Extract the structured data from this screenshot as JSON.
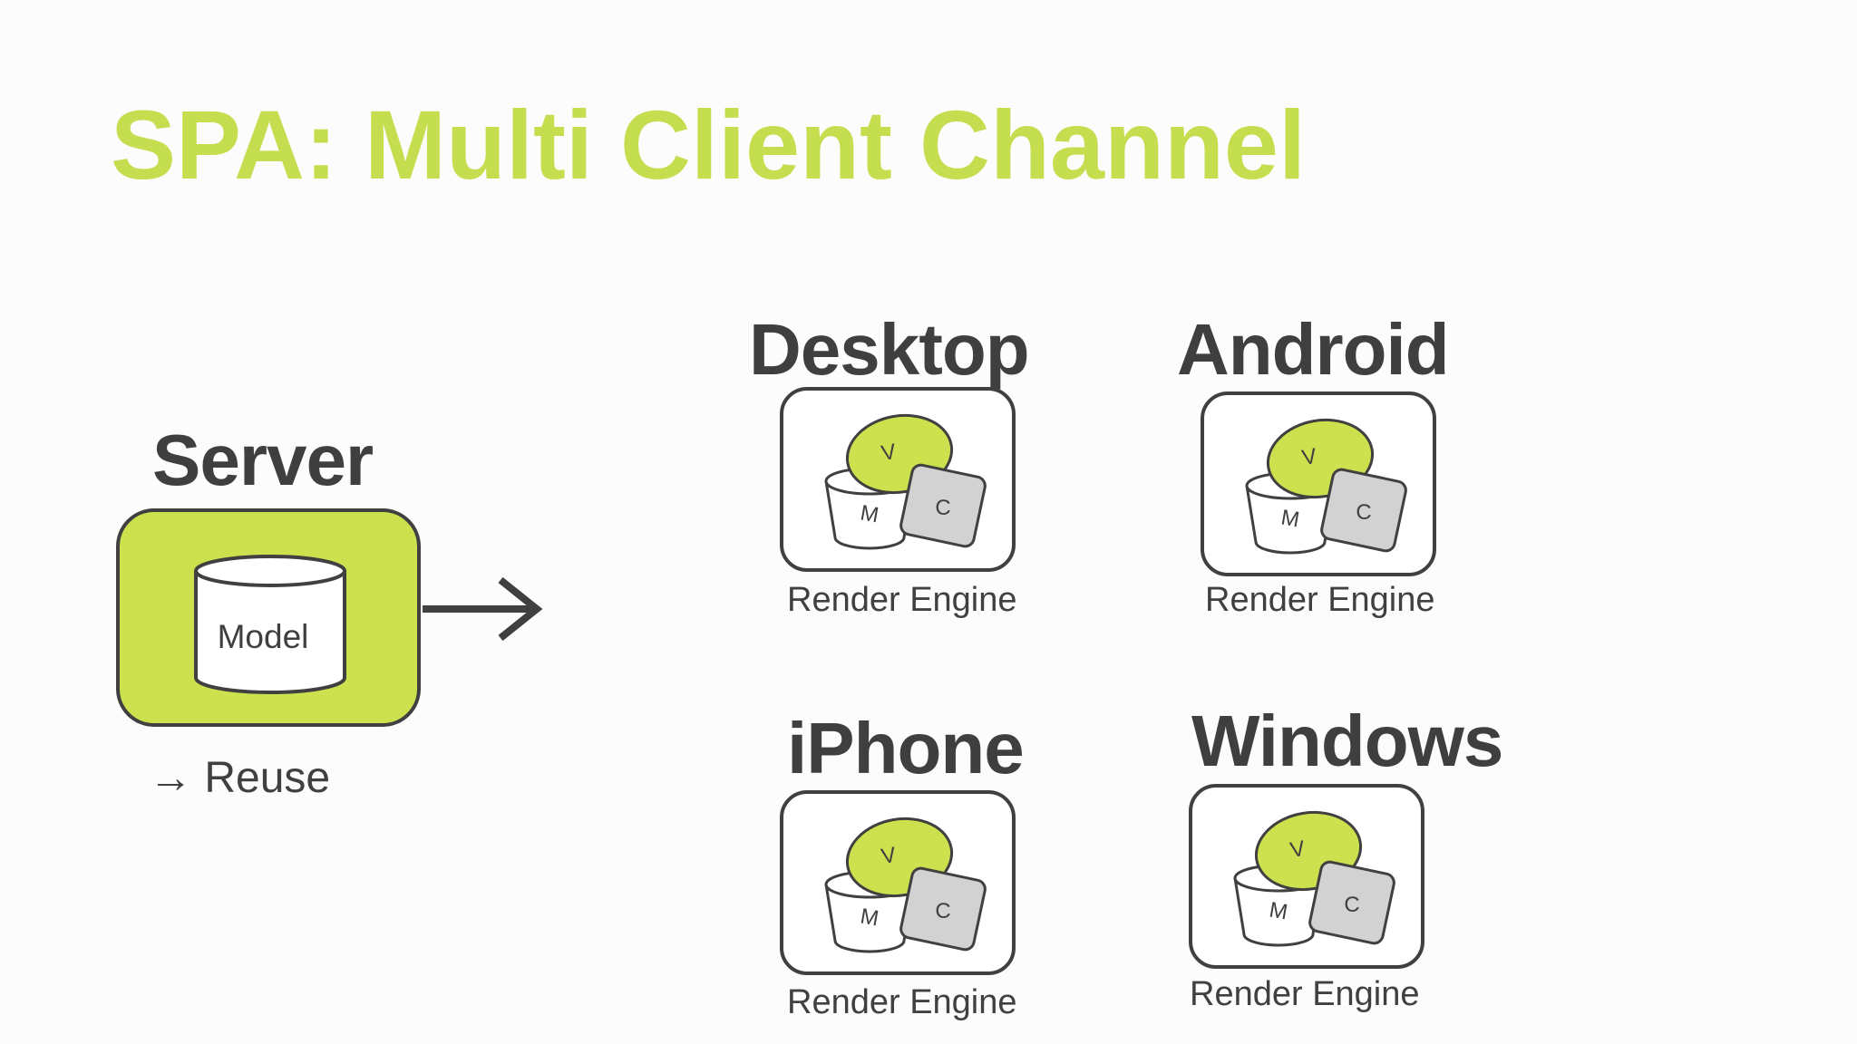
{
  "title": "SPA: Multi Client Channel",
  "server": {
    "heading": "Server",
    "model_label": "Model",
    "reuse_label": "→ Reuse"
  },
  "clients": [
    {
      "heading": "Desktop",
      "caption": "Render Engine",
      "v": "V",
      "m": "M",
      "c": "C"
    },
    {
      "heading": "Android",
      "caption": "Render Engine",
      "v": "V",
      "m": "M",
      "c": "C"
    },
    {
      "heading": "iPhone",
      "caption": "Render Engine",
      "v": "V",
      "m": "M",
      "c": "C"
    },
    {
      "heading": "Windows",
      "caption": "Render Engine",
      "v": "V",
      "m": "M",
      "c": "C"
    }
  ],
  "colors": {
    "accent_green": "#c5de4f",
    "dark_gray": "#3f3f40",
    "controller_gray": "#d2d2d2",
    "background": "#fcfcfc"
  }
}
